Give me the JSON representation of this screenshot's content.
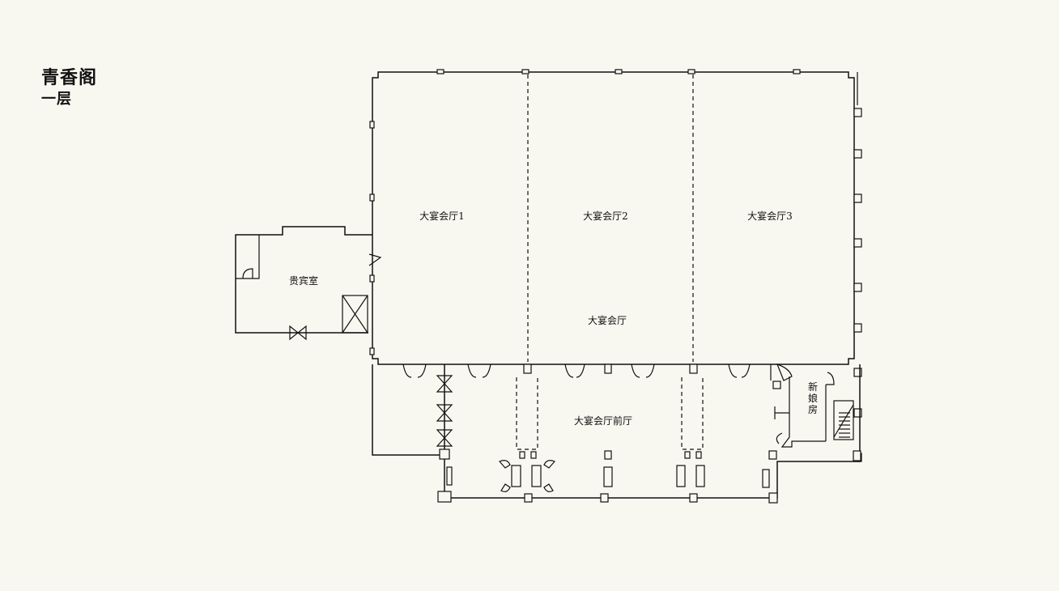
{
  "header": {
    "title": "青香阁",
    "floor": "一层"
  },
  "rooms": {
    "hall1": "大宴会厅1",
    "hall2": "大宴会厅2",
    "hall3": "大宴会厅3",
    "grand_hall": "大宴会厅",
    "vip": "贵宾室",
    "foyer": "大宴会厅前厅",
    "bridal": "新娘房"
  }
}
